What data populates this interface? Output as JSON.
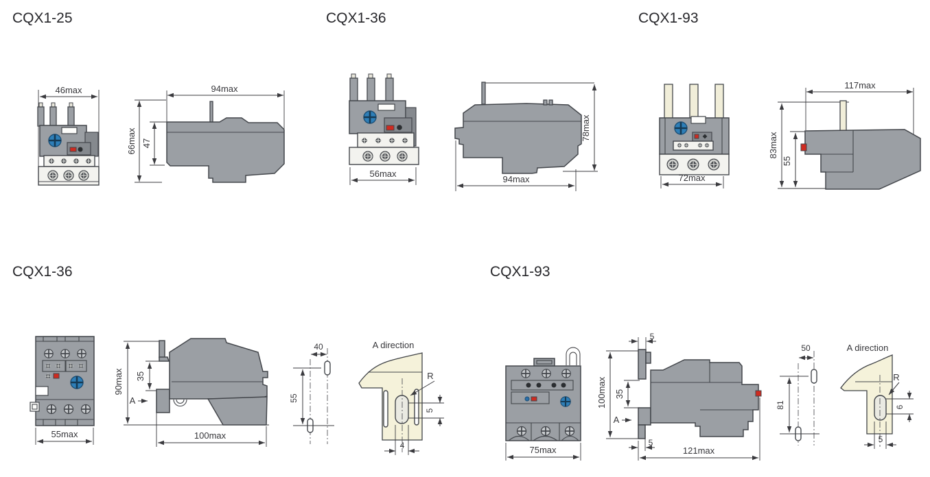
{
  "page": {
    "background": "#ffffff"
  },
  "palette": {
    "body_gray": "#9b9fa4",
    "panel_gray": "#85898e",
    "outline": "#43464b",
    "dimension_color": "#3a3a3e",
    "dial_blue": "#2e7fb8",
    "accent_red": "#cf2b20",
    "terminal_white": "#f3f3ef",
    "pin_cream": "#f1eed9",
    "detail_cream": "#f5f2da"
  },
  "sections": {
    "top_left": {
      "title": "CQX1-25",
      "front": {
        "width": "46max"
      },
      "side": {
        "width": "94max",
        "height": "66max",
        "inner_height": "47"
      }
    },
    "top_middle": {
      "title": "CQX1-36",
      "front": {
        "width": "56max"
      },
      "side": {
        "width": "94max",
        "height": "78max"
      }
    },
    "top_right": {
      "title": "CQX1-93",
      "front": {
        "width": "72max"
      },
      "side": {
        "width": "117max",
        "height": "83max",
        "inner_height": "55"
      }
    },
    "bottom_left": {
      "title": "CQX1-36",
      "front": {
        "width": "55max"
      },
      "side": {
        "height": "90max",
        "inner": "35",
        "width": "100max",
        "view_label": "A"
      },
      "mounting": {
        "h": "40",
        "v": "55"
      },
      "detail": {
        "title": "A direction",
        "radius": "R",
        "len": "5",
        "wid": "4"
      }
    },
    "bottom_right": {
      "title": "CQX1-93",
      "front": {
        "width": "75max"
      },
      "side": {
        "height": "100max",
        "inner": "35",
        "width": "121max",
        "view_label": "A",
        "clip_top": "5",
        "clip_bottom": "5"
      },
      "mounting": {
        "h": "50",
        "v": "81"
      },
      "detail": {
        "title": "A direction",
        "radius": "R",
        "len": "6",
        "wid": "5"
      }
    }
  }
}
